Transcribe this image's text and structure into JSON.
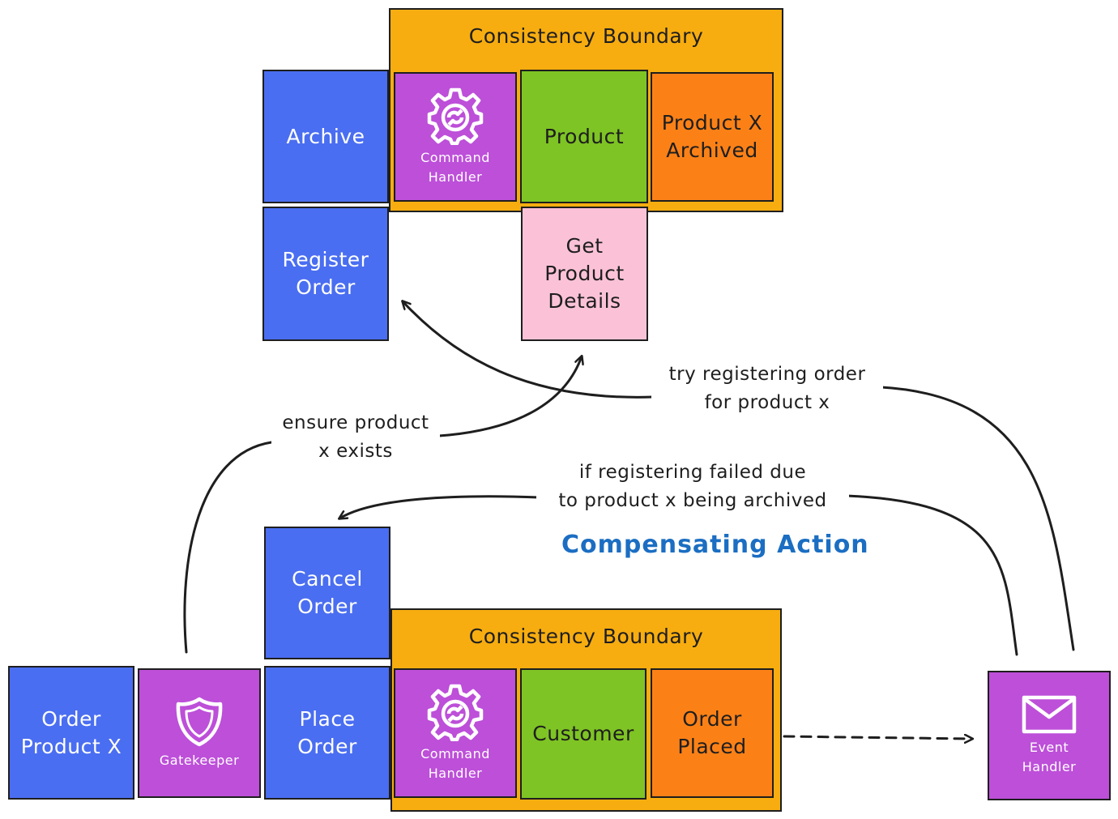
{
  "top_flow": {
    "boundary": {
      "title": "Consistency Boundary"
    },
    "command_archive": "Archive",
    "command_register_order": "Register\nOrder",
    "command_handler": {
      "icon": "gear-icon",
      "label": "Command\nHandler"
    },
    "aggregate_product": "Product",
    "event_product_archived": "Product X\nArchived",
    "query_get_product_details": "Get\nProduct\nDetails"
  },
  "bottom_flow": {
    "boundary": {
      "title": "Consistency Boundary"
    },
    "command_cancel_order": "Cancel\nOrder",
    "command_order_product": "Order\nProduct X",
    "gatekeeper": {
      "icon": "shield-icon",
      "label": "Gatekeeper"
    },
    "command_place_order": "Place\nOrder",
    "command_handler": {
      "icon": "gear-icon",
      "label": "Command\nHandler"
    },
    "aggregate_customer": "Customer",
    "event_order_placed": "Order\nPlaced",
    "event_handler": {
      "icon": "envelope-icon",
      "label": "Event\nHandler"
    }
  },
  "edges": {
    "ensure_exists": "ensure product\nx exists",
    "try_register": "try registering order\nfor product x",
    "if_failed": "if registering failed due\nto product x being archived"
  },
  "compensating_action": "Compensating Action",
  "colors": {
    "command": "#4a6ef1",
    "handler": "#bd4fd9",
    "aggregate": "#7ec424",
    "event": "#fb8117",
    "read_model": "#fbc2d7",
    "boundary": "#f7ad10",
    "accent": "#1b6ec2"
  }
}
